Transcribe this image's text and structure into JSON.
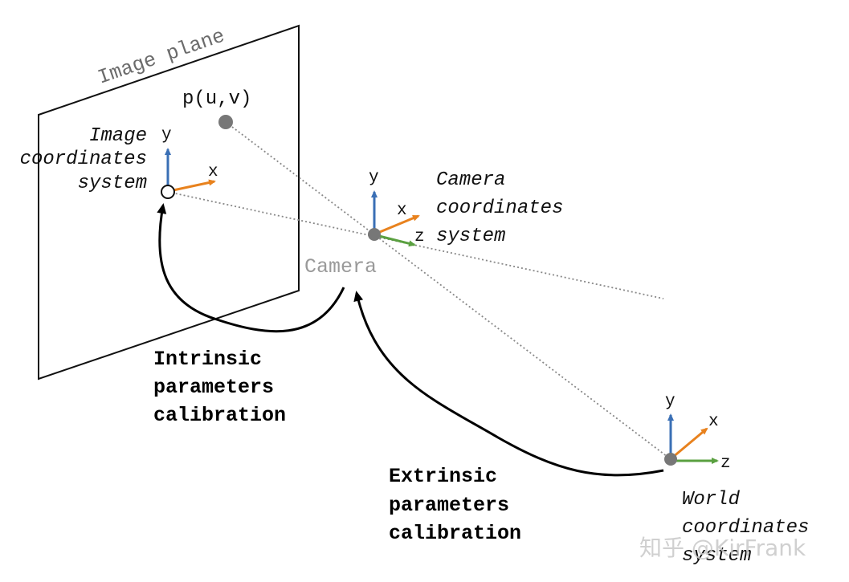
{
  "labels": {
    "image_plane": "Image plane",
    "point": "p(u,v)",
    "camera": "Camera",
    "image_coords": [
      "Image",
      "coordinates",
      "system"
    ],
    "camera_coords": [
      "Camera",
      "coordinates",
      "system"
    ],
    "world_coords": [
      "World",
      "coordinates",
      "system"
    ],
    "intrinsic": [
      "Intrinsic",
      "parameters",
      "calibration"
    ],
    "extrinsic": [
      "Extrinsic",
      "parameters",
      "calibration"
    ],
    "watermark": "知乎 @KirFrank"
  },
  "axes": {
    "image": {
      "y": "y",
      "x": "x"
    },
    "camera": {
      "y": "y",
      "x": "x",
      "z": "z"
    },
    "world": {
      "y": "y",
      "x": "x",
      "z": "z"
    }
  },
  "colors": {
    "y_axis": "#3a6fb5",
    "x_axis": "#e8821e",
    "z_axis": "#5aa040",
    "node": "#777777",
    "plane": "#111111",
    "rays": "#888888",
    "label_gray": "#9a9a9a"
  }
}
